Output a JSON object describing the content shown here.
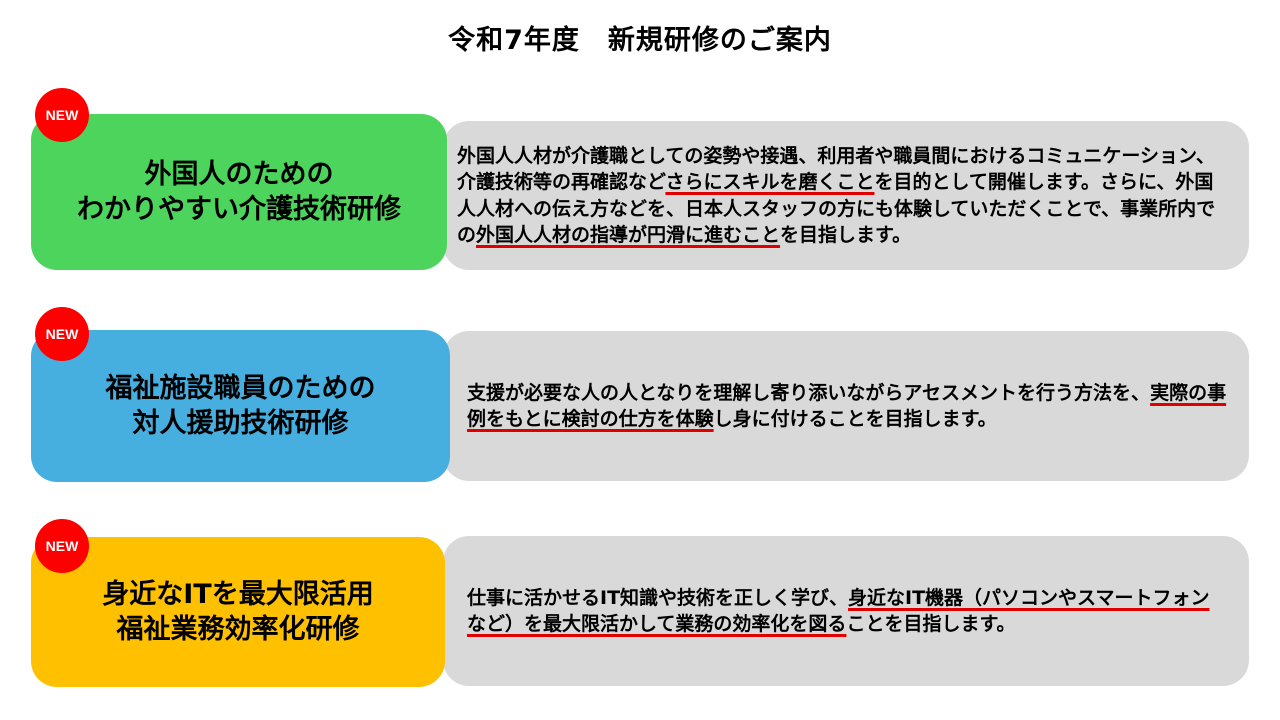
{
  "title": "令和7年度　新規研修のご案内",
  "colors": {
    "green": "#4cd45c",
    "blue": "#46afe0",
    "yellow": "#ffc000",
    "panel_gray": "#d9d9d9",
    "badge_red": "#ff0000",
    "underline_red": "#e00000"
  },
  "courses": [
    {
      "badge": "NEW",
      "name_line1": "外国人のための",
      "name_line2": "わかりやすい介護技術研修",
      "desc": [
        {
          "t": "外国人人材が介護職としての姿勢や接遇、利用者や職員間におけるコミュニケーション、介護技術等の再確認など",
          "u": false
        },
        {
          "t": "さらにスキルを磨くこと",
          "u": true
        },
        {
          "t": "を目的として開催します。さらに、外国人人材への伝え方などを、日本人スタッフの方にも体験していただくことで、事業所内での",
          "u": false
        },
        {
          "t": "外国人人材の指導が円滑に進むこと",
          "u": true
        },
        {
          "t": "を目指します。",
          "u": false
        }
      ]
    },
    {
      "badge": "NEW",
      "name_line1": "福祉施設職員のための",
      "name_line2": "対人援助技術研修",
      "desc": [
        {
          "t": "支援が必要な人の人となりを理解し寄り添いながらアセスメントを行う方法を、",
          "u": false
        },
        {
          "t": "実際の事例をもとに検討の仕方を体験",
          "u": true
        },
        {
          "t": "し身に付けることを目指します。",
          "u": false
        }
      ]
    },
    {
      "badge": "NEW",
      "name_line1": "身近なITを最大限活用",
      "name_line2": "福祉業務効率化研修",
      "desc": [
        {
          "t": "仕事に活かせるIT知識や技術を正しく学び、",
          "u": false
        },
        {
          "t": "身近なIT機器（パソコンやスマートフォンなど）を最大限活かして業務の効率化を図る",
          "u": true
        },
        {
          "t": "ことを目指します。",
          "u": false
        }
      ]
    }
  ]
}
